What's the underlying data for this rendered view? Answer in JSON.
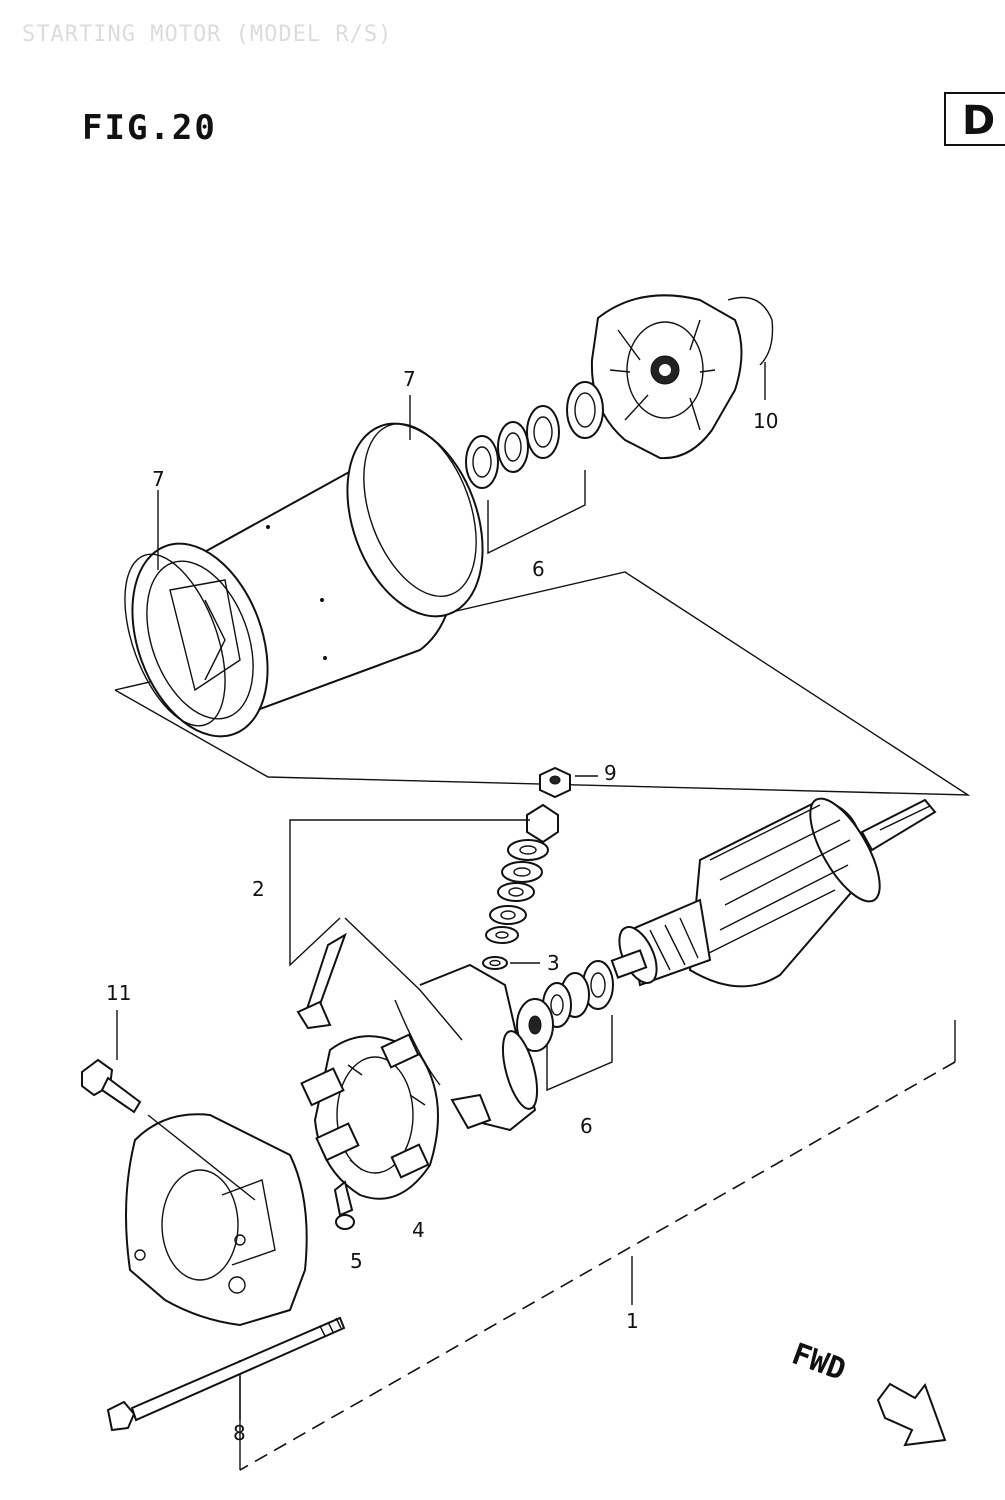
{
  "header": {
    "caption": "STARTING MOTOR (MODEL R/S)"
  },
  "figure": {
    "title": "FIG.20",
    "section": "D"
  },
  "callouts": {
    "c1": "1",
    "c2": "2",
    "c3": "3",
    "c4": "4",
    "c5": "5",
    "c6a": "6",
    "c6b": "6",
    "c7a": "7",
    "c7b": "7",
    "c8": "8",
    "c9": "9",
    "c10": "10",
    "c11": "11"
  },
  "direction": {
    "label": "FWD"
  }
}
